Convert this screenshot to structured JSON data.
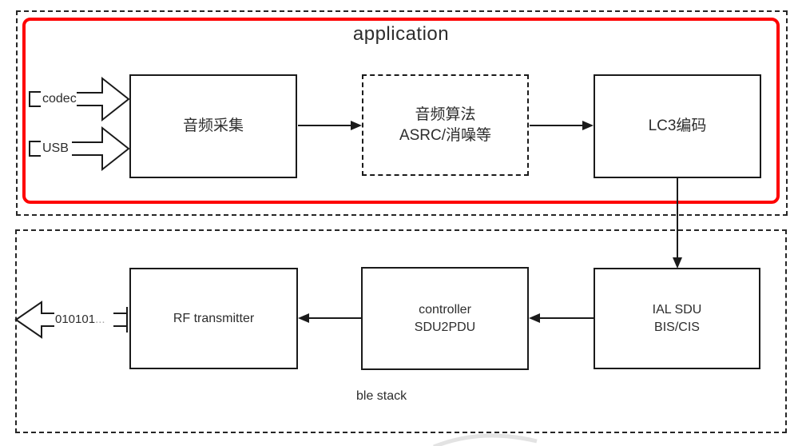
{
  "regions": {
    "application": {
      "label": "application"
    },
    "ble_stack": {
      "label": "ble stack"
    }
  },
  "nodes": {
    "audio_capture": {
      "label": "音频采集"
    },
    "audio_algorithm": {
      "line1": "音频算法",
      "line2": "ASRC/消噪等"
    },
    "lc3_encoder": {
      "label": "LC3编码"
    },
    "rf_transmitter": {
      "label": "RF transmitter"
    },
    "controller": {
      "line1": "controller",
      "line2": "SDU2PDU"
    },
    "ial_sdu": {
      "line1": "IAL SDU",
      "line2": "BIS/CIS"
    }
  },
  "ports": {
    "codec": {
      "label": "codec"
    },
    "usb": {
      "label": "USB"
    },
    "bitstream": {
      "label": "010101",
      "ellipsis": "..."
    }
  },
  "colors": {
    "highlight_frame": "#fe0000",
    "line": "#1a1a1a",
    "text": "#2d2d2d"
  }
}
